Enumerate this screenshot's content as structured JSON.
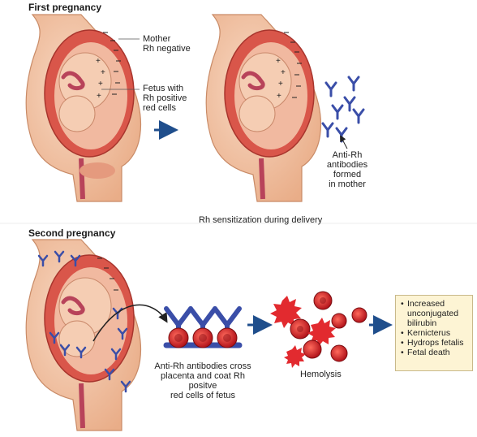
{
  "headings": {
    "first": "First pregnancy",
    "second": "Second pregnancy"
  },
  "labels": {
    "mother": [
      "Mother",
      "Rh negative"
    ],
    "fetus": [
      "Fetus with",
      "Rh positive",
      "red cells"
    ],
    "antibodies_formed": [
      "Anti-Rh",
      "antibodies",
      "formed",
      "in mother"
    ],
    "sensitization": "Rh sensitization during delivery",
    "cross": [
      "Anti-Rh antibodies cross",
      "placenta and coat Rh positve",
      "red cells of fetus"
    ],
    "hemolysis": "Hemolysis"
  },
  "outcomes": [
    "Increased unconjugated bilirubin",
    "Kernicterus",
    "Hydrops fetalis",
    "Fetal death"
  ],
  "colors": {
    "skin": "#f3c6a8",
    "uterus": "#d9564a",
    "antibody": "#3a4ea8",
    "red_cell": "#d8262b",
    "arrow": "#1f4e8c"
  }
}
